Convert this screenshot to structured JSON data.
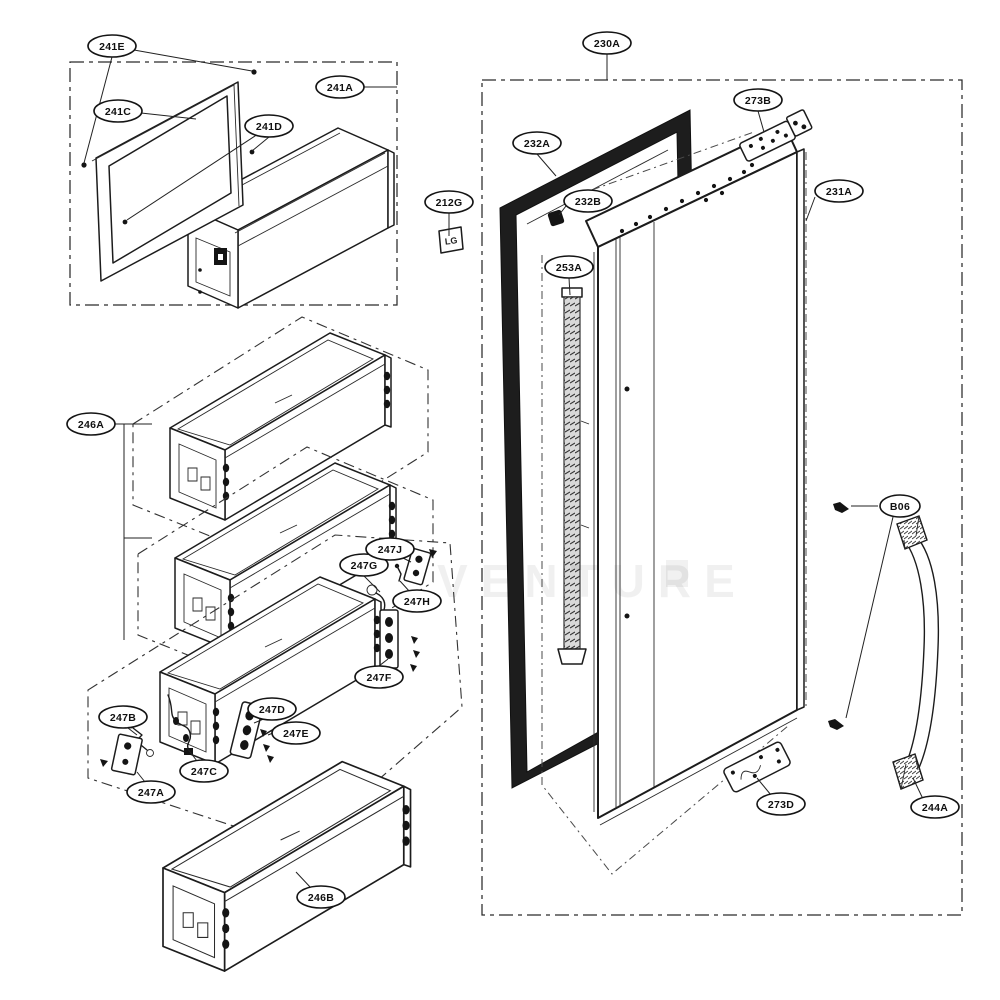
{
  "diagram": {
    "labels": {
      "241E": "241E",
      "241C": "241C",
      "241D": "241D",
      "241A": "241A",
      "212G": "212G",
      "230A": "230A",
      "232A": "232A",
      "232B": "232B",
      "273B": "273B",
      "231A": "231A",
      "253A": "253A",
      "246A": "246A",
      "247G": "247G",
      "247J": "247J",
      "247H": "247H",
      "247F": "247F",
      "247D": "247D",
      "247E": "247E",
      "247B": "247B",
      "247C": "247C",
      "247A": "247A",
      "246B": "246B",
      "273D": "273D",
      "244A": "244A",
      "B06": "B06"
    },
    "badge": {
      "text": "LG"
    },
    "watermark": {
      "text": "VENTURE"
    }
  }
}
